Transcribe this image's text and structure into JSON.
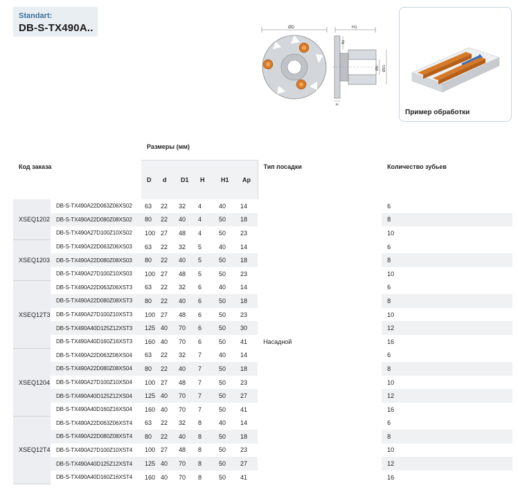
{
  "header": {
    "standard_label": "Standart:",
    "standard_code": "DB-S-TX490A.."
  },
  "drawing": {
    "label_D": "ØD",
    "label_H1": "H1",
    "label_Ap": "Ap",
    "label_d": "Ød",
    "label_D1": "ØD1",
    "label_H": "H"
  },
  "example": {
    "caption": "Пример обработки",
    "colors": {
      "block": "#e3e6ea",
      "slot": "#d67a2a",
      "arrow": "#3b6fb5"
    }
  },
  "table": {
    "col_order_code": "Код заказа",
    "col_dimensions": "Размеры (мм)",
    "col_fit_type": "Тип посадки",
    "col_teeth": "Количество зубьев",
    "dim_headers": [
      "D",
      "d",
      "D1",
      "H",
      "H1",
      "Ap"
    ],
    "fit_value": "Насадной",
    "groups": [
      {
        "insert": "XSEQ1202",
        "rows": [
          {
            "code": "DB-S-TX490A22D063Z06XS02",
            "D": "63",
            "d": "22",
            "D1": "32",
            "H": "4",
            "H1": "40",
            "Ap": "14",
            "teeth": "6"
          },
          {
            "code": "DB-S-TX490A22D080Z08XS02",
            "D": "80",
            "d": "22",
            "D1": "40",
            "H": "4",
            "H1": "50",
            "Ap": "18",
            "teeth": "8"
          },
          {
            "code": "DB-S-TX490A27D100Z10XS02",
            "D": "100",
            "d": "27",
            "D1": "48",
            "H": "4",
            "H1": "50",
            "Ap": "23",
            "teeth": "10"
          }
        ]
      },
      {
        "insert": "XSEQ1203",
        "rows": [
          {
            "code": "DB-S-TX490A22D063Z06XS03",
            "D": "63",
            "d": "22",
            "D1": "32",
            "H": "5",
            "H1": "40",
            "Ap": "14",
            "teeth": "6"
          },
          {
            "code": "DB-S-TX490A22D080Z08XS03",
            "D": "80",
            "d": "22",
            "D1": "40",
            "H": "5",
            "H1": "50",
            "Ap": "18",
            "teeth": "8"
          },
          {
            "code": "DB-S-TX490A27D100Z10XS03",
            "D": "100",
            "d": "27",
            "D1": "48",
            "H": "5",
            "H1": "50",
            "Ap": "23",
            "teeth": "10"
          }
        ]
      },
      {
        "insert": "XSEQ12T3",
        "rows": [
          {
            "code": "DB-S-TX490A22D063Z06XST3",
            "D": "63",
            "d": "22",
            "D1": "32",
            "H": "6",
            "H1": "40",
            "Ap": "14",
            "teeth": "6"
          },
          {
            "code": "DB-S-TX490A22D080Z08XST3",
            "D": "80",
            "d": "22",
            "D1": "40",
            "H": "6",
            "H1": "50",
            "Ap": "18",
            "teeth": "8"
          },
          {
            "code": "DB-S-TX490A27D100Z10XST3",
            "D": "100",
            "d": "27",
            "D1": "48",
            "H": "6",
            "H1": "50",
            "Ap": "23",
            "teeth": "10"
          },
          {
            "code": "DB-S-TX490A40D125Z12XST3",
            "D": "125",
            "d": "40",
            "D1": "70",
            "H": "6",
            "H1": "50",
            "Ap": "30",
            "teeth": "12"
          },
          {
            "code": "DB-S-TX490A40D160Z16XST3",
            "D": "160",
            "d": "40",
            "D1": "70",
            "H": "6",
            "H1": "50",
            "Ap": "41",
            "teeth": "16"
          }
        ]
      },
      {
        "insert": "XSEQ1204",
        "rows": [
          {
            "code": "DB-S-TX490A22D063Z06XS04",
            "D": "63",
            "d": "22",
            "D1": "32",
            "H": "7",
            "H1": "40",
            "Ap": "14",
            "teeth": "6"
          },
          {
            "code": "DB-S-TX490A22D080Z08XS04",
            "D": "80",
            "d": "22",
            "D1": "40",
            "H": "7",
            "H1": "50",
            "Ap": "18",
            "teeth": "8"
          },
          {
            "code": "DB-S-TX490A27D100Z10XS04",
            "D": "100",
            "d": "27",
            "D1": "48",
            "H": "7",
            "H1": "50",
            "Ap": "23",
            "teeth": "10"
          },
          {
            "code": "DB-S-TX490A40D125Z12XS04",
            "D": "125",
            "d": "40",
            "D1": "70",
            "H": "7",
            "H1": "50",
            "Ap": "27",
            "teeth": "12"
          },
          {
            "code": "DB-S-TX490A40D160Z16XS04",
            "D": "160",
            "d": "40",
            "D1": "70",
            "H": "7",
            "H1": "50",
            "Ap": "41",
            "teeth": "16"
          }
        ]
      },
      {
        "insert": "XSEQ12T4",
        "rows": [
          {
            "code": "DB-S-TX490A22D063Z06XST4",
            "D": "63",
            "d": "22",
            "D1": "32",
            "H": "8",
            "H1": "40",
            "Ap": "14",
            "teeth": "6"
          },
          {
            "code": "DB-S-TX490A22D080Z08XST4",
            "D": "80",
            "d": "22",
            "D1": "40",
            "H": "8",
            "H1": "50",
            "Ap": "18",
            "teeth": "8"
          },
          {
            "code": "DB-S-TX490A27D100Z10XST4",
            "D": "100",
            "d": "27",
            "D1": "48",
            "H": "8",
            "H1": "50",
            "Ap": "23",
            "teeth": "10"
          },
          {
            "code": "DB-S-TX490A40D125Z12XST4",
            "D": "125",
            "d": "40",
            "D1": "70",
            "H": "8",
            "H1": "50",
            "Ap": "27",
            "teeth": "12"
          },
          {
            "code": "DB-S-TX490A40D160Z16XST4",
            "D": "160",
            "d": "40",
            "D1": "70",
            "H": "8",
            "H1": "50",
            "Ap": "41",
            "teeth": "16"
          }
        ]
      }
    ]
  }
}
